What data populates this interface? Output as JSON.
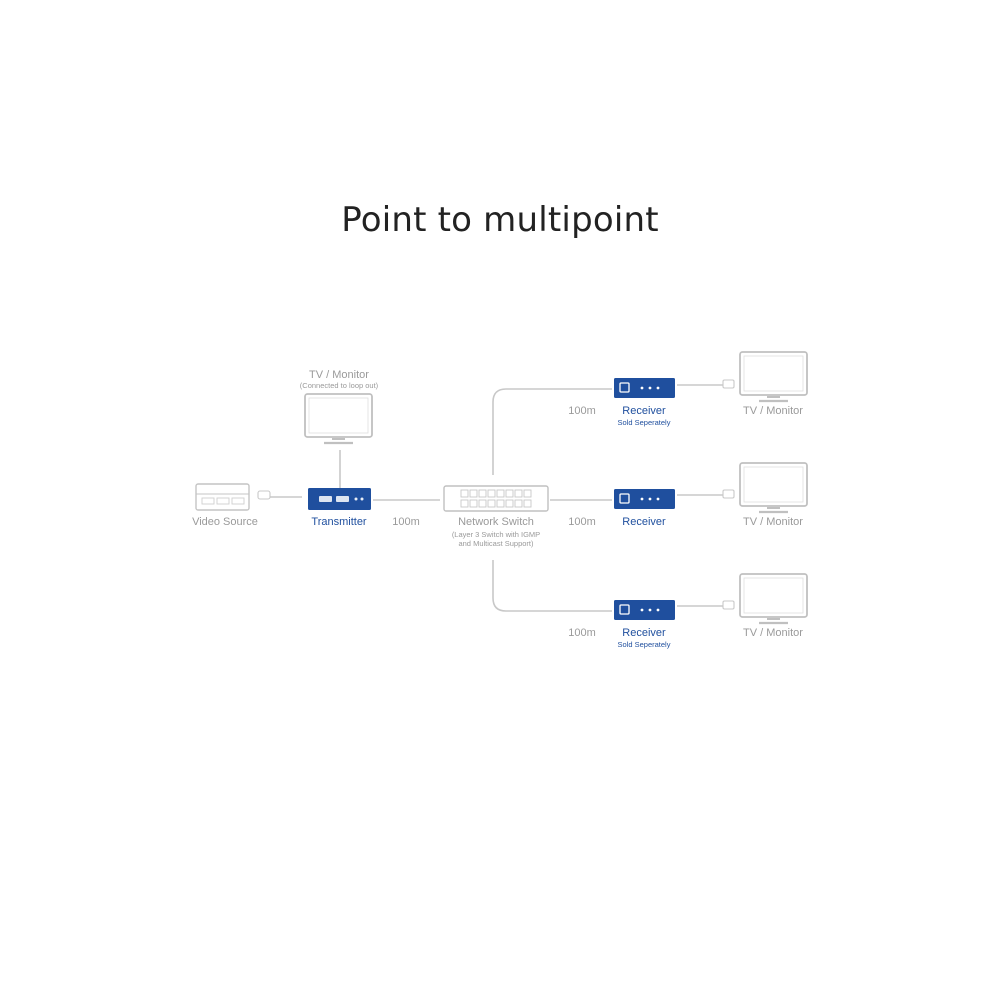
{
  "title": "Point to multipoint",
  "colors": {
    "device_blue": "#1f4f9e",
    "line_gray": "#c8c8c8",
    "label_gray": "#9a9a9a"
  },
  "labels": {
    "video_source": "Video Source",
    "transmitter": "Transmitter",
    "loop_monitor_title": "TV / Monitor",
    "loop_monitor_note": "(Connected to loop out)",
    "distance_tx_switch": "100m",
    "switch_title": "Network Switch",
    "switch_note_line1": "(Layer 3 Switch with IGMP",
    "switch_note_line2": "and Multicast Support)"
  },
  "branches": [
    {
      "distance": "100m",
      "receiver": "Receiver",
      "receiver_note": "Sold Seperately",
      "monitor": "TV / Monitor"
    },
    {
      "distance": "100m",
      "receiver": "Receiver",
      "receiver_note": "",
      "monitor": "TV / Monitor"
    },
    {
      "distance": "100m",
      "receiver": "Receiver",
      "receiver_note": "Sold Seperately",
      "monitor": "TV / Monitor"
    }
  ]
}
